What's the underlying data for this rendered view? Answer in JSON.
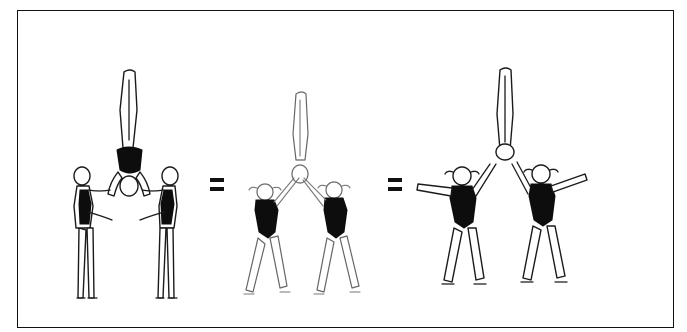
{
  "figure": {
    "groups": [
      "lift-with-adult-spotters",
      "lift-with-young-bases-close",
      "lift-with-young-bases-arms-out"
    ],
    "separators": [
      "=",
      "="
    ],
    "colors": {
      "ink": "#1a1a1a",
      "leotard": "#0d0d0d",
      "background": "#ffffff"
    }
  }
}
